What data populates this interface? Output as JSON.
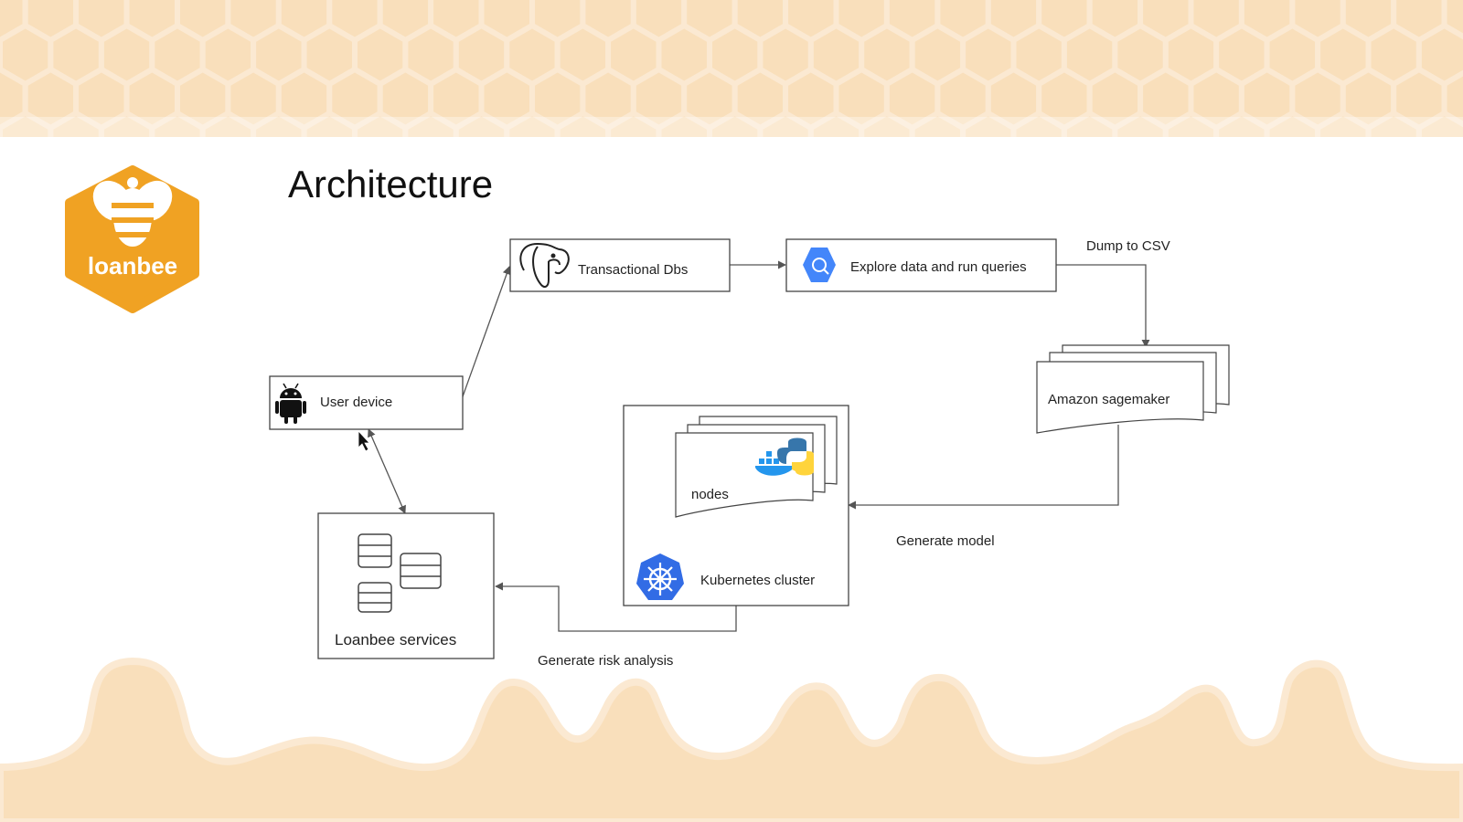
{
  "slide": {
    "title": "Architecture",
    "logo_text": "loanbee"
  },
  "nodes": {
    "user_device": "User device",
    "transactional_dbs": "Transactional Dbs",
    "explore_data": "Explore data and run queries",
    "sagemaker": "Amazon sagemaker",
    "nodes": "nodes",
    "kubernetes": "Kubernetes cluster",
    "services": "Loanbee services"
  },
  "edges": {
    "dump_csv": "Dump to CSV",
    "generate_model": "Generate model",
    "risk_analysis": "Generate risk analysis"
  },
  "colors": {
    "honey_light": "#f9dfbb",
    "honey_border": "#fbe9d2",
    "logo_orange": "#f0a223",
    "kubernetes_blue": "#326ce5",
    "bigquery_blue": "#4386fa"
  },
  "icons": [
    "android-icon",
    "postgresql-icon",
    "bigquery-icon",
    "kubernetes-icon",
    "server-icon",
    "python-icon",
    "docker-icon"
  ]
}
